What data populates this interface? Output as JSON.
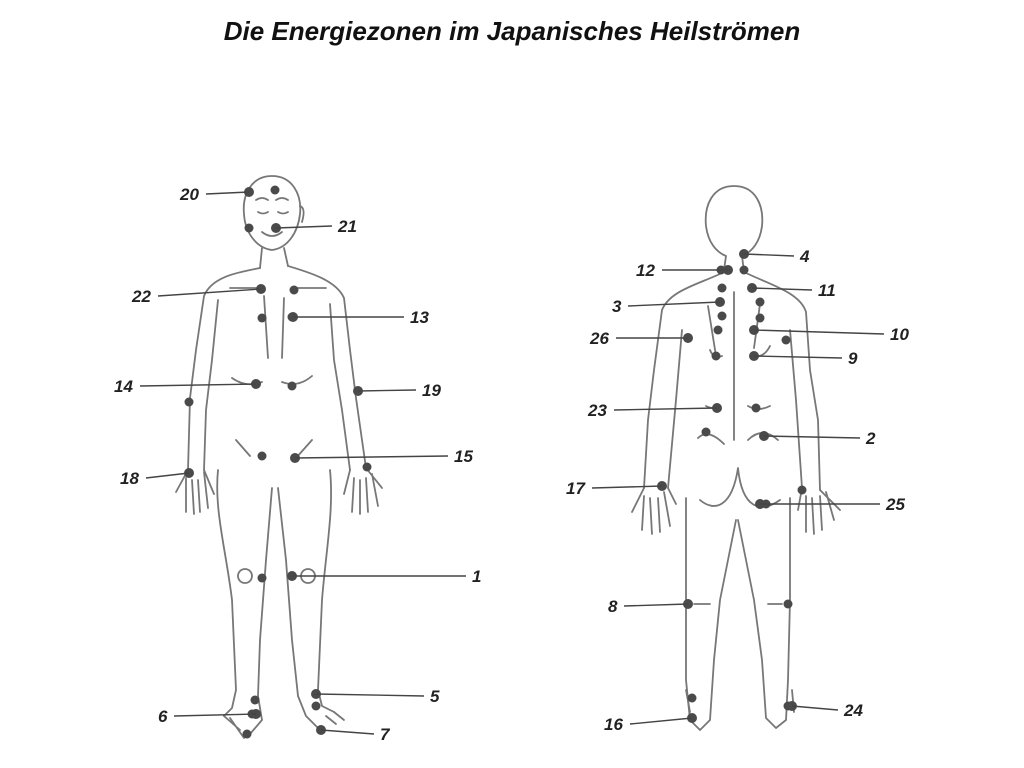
{
  "title": "Die Energiezonen im Japanisches Heilströmen",
  "colors": {
    "outline": "#777777",
    "point": "#4a4a4a",
    "text": "#222222"
  },
  "zones": [
    {
      "n": "1"
    },
    {
      "n": "2"
    },
    {
      "n": "3"
    },
    {
      "n": "4"
    },
    {
      "n": "5"
    },
    {
      "n": "6"
    },
    {
      "n": "7"
    },
    {
      "n": "8"
    },
    {
      "n": "9"
    },
    {
      "n": "10"
    },
    {
      "n": "11"
    },
    {
      "n": "12"
    },
    {
      "n": "13"
    },
    {
      "n": "14"
    },
    {
      "n": "15"
    },
    {
      "n": "16"
    },
    {
      "n": "17"
    },
    {
      "n": "18"
    },
    {
      "n": "19"
    },
    {
      "n": "20"
    },
    {
      "n": "21"
    },
    {
      "n": "22"
    },
    {
      "n": "23"
    },
    {
      "n": "24"
    },
    {
      "n": "25"
    },
    {
      "n": "26"
    }
  ]
}
